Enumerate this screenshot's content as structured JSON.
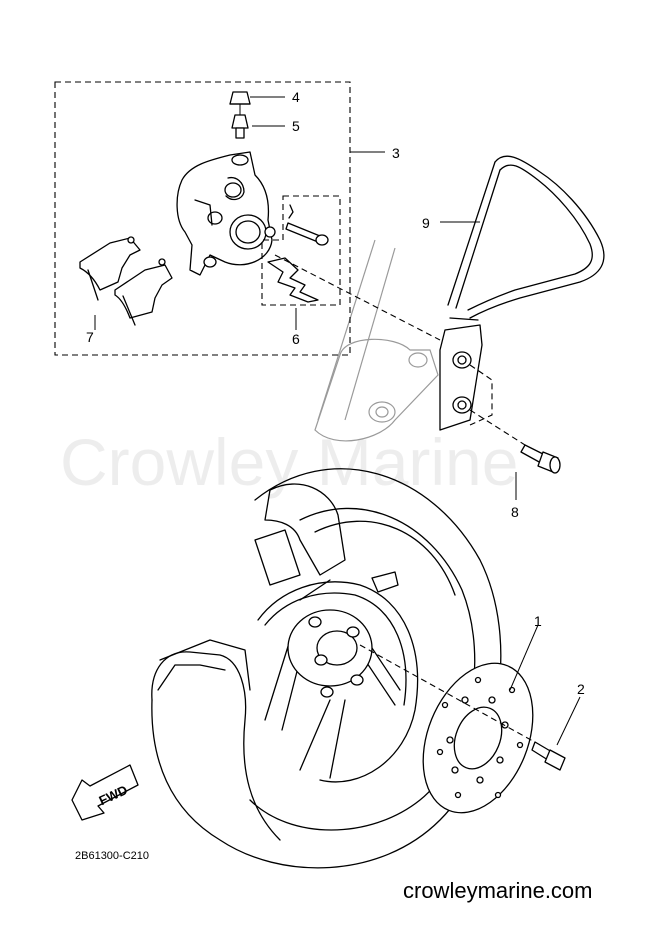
{
  "watermark": "Crowley Marine",
  "website": "crowleymarine.com",
  "diagram_code": "2B61300-C210",
  "direction_label": "FWD",
  "callouts": {
    "c1": "1",
    "c2": "2",
    "c3": "3",
    "c4": "4",
    "c5": "5",
    "c6": "6",
    "c7": "7",
    "c8": "8",
    "c9": "9"
  }
}
